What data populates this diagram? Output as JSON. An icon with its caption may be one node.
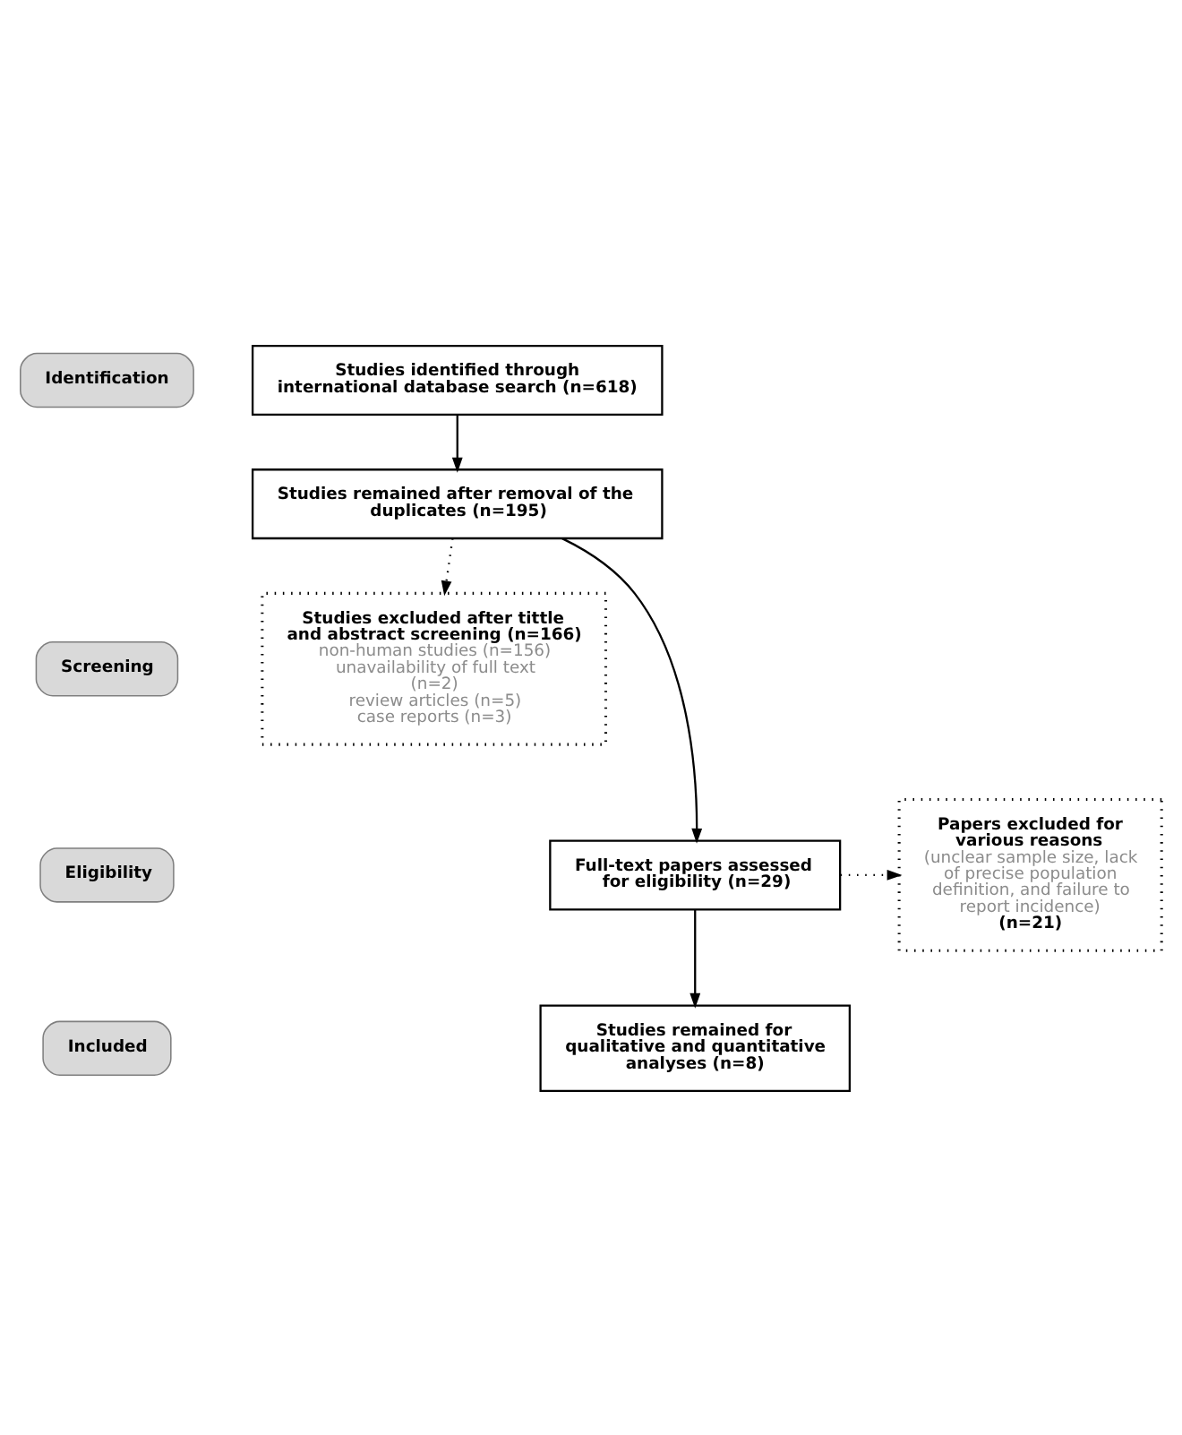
{
  "diagram": {
    "nodes": [
      {
        "text": [
          "Identification"
        ]
      },
      {
        "text": [
          "Screening"
        ]
      },
      {
        "text": [
          "Eligibility"
        ]
      },
      {
        "text": [
          "Included"
        ]
      },
      {
        "text": [
          "Studies identified through international database search (n=618)"
        ]
      },
      {
        "text": [
          "Studies remained after removal of the duplicates (n=195)"
        ]
      },
      {
        "text": [
          "Studies excluded after tittle and abstract screening (n=166)",
          "non-human studies (n=156)",
          "unavailability of full text (n=2)",
          "review articles (n=5)",
          "case reports (n=3)"
        ]
      },
      {
        "text": [
          "Full-text papers assessed for eligibility (n=29)"
        ]
      },
      {
        "text": [
          "Papers excluded for various reasons",
          "(unclear sample size, lack of precise population definition, and failure to report incidence)",
          "(n=21)"
        ]
      },
      {
        "text": [
          "Studies remained for qualitative and quantitative analyses (n=8)"
        ]
      }
    ],
    "edges": [
      {
        "from": 4,
        "to": 5,
        "arrow": "to"
      },
      {
        "from": 5,
        "to": 7,
        "arrow": "to"
      },
      {
        "from": 5,
        "to": 6,
        "arrow": "to",
        "style": "dashed"
      },
      {
        "from": 7,
        "to": 8,
        "arrow": "to",
        "style": "dashed"
      },
      {
        "from": 7,
        "to": 9,
        "arrow": "to"
      }
    ]
  }
}
